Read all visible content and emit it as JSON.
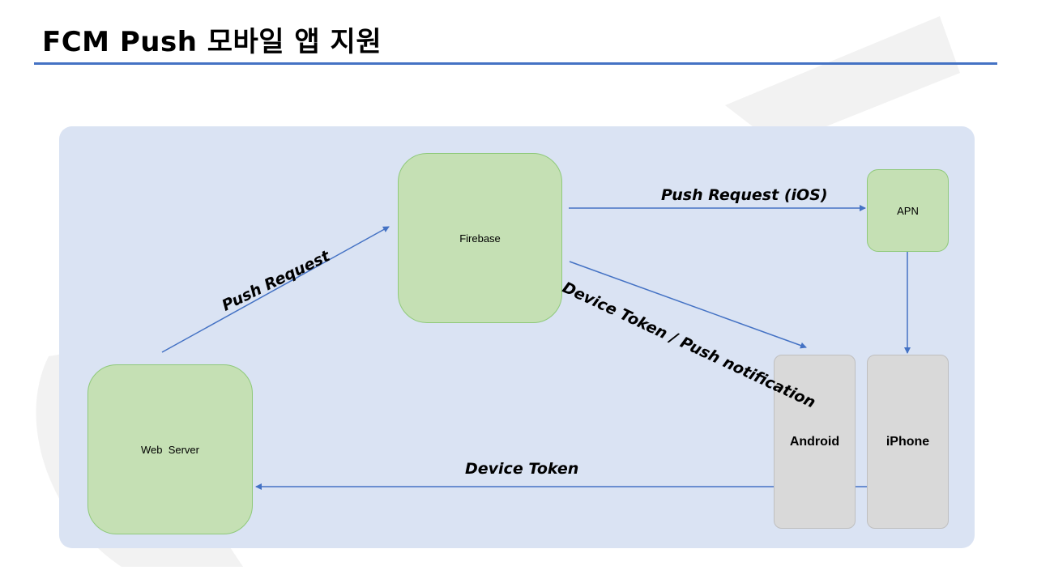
{
  "slide": {
    "title": "FCM Push 모바일 앱 지원"
  },
  "colors": {
    "title_rule": "#4472c4",
    "panel_background": "#dae3f3",
    "server_node_fill": "#c5e0b4",
    "device_node_fill": "#d9d9d9",
    "arrow": "#4472c4",
    "watermark": "#f2f2f2"
  },
  "diagram": {
    "nodes": {
      "firebase": "Firebase",
      "apn": "APN",
      "web_server": "Web  Server",
      "android": "Android",
      "iphone": "iPhone"
    },
    "edges": {
      "push_request": "Push Request",
      "push_request_ios": "Push Request (iOS)",
      "device_token_push": "Device Token / Push notification",
      "device_token": "Device Token"
    }
  }
}
